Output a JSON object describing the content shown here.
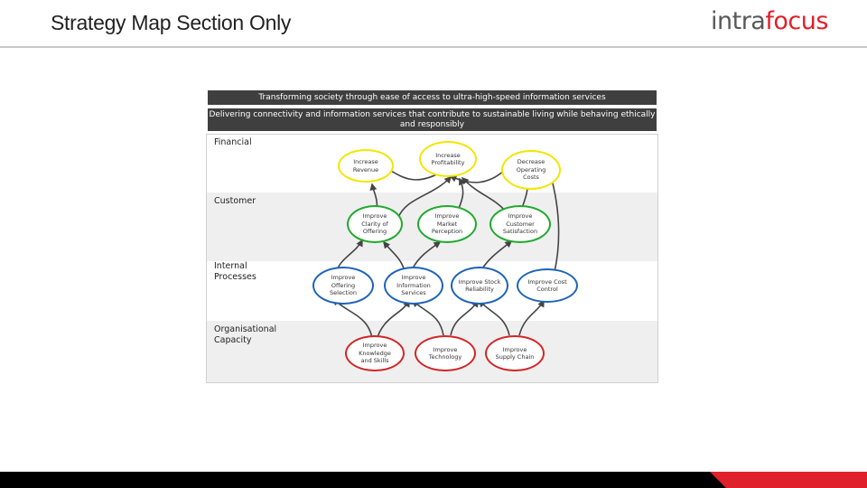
{
  "header": {
    "title": "Strategy Map Section Only",
    "logo_left": "intra",
    "logo_right": "focus"
  },
  "banners": {
    "vision": "Transforming society through ease of access to ultra-high-speed information services",
    "mission": "Delivering connectivity and information services that contribute to sustainable living while behaving ethically and responsibly"
  },
  "perspectives": [
    {
      "label": "Financial"
    },
    {
      "label": "Customer"
    },
    {
      "label": "Internal Processes"
    },
    {
      "label": "Organisational Capacity"
    }
  ],
  "objectives": [
    {
      "label": "Increase Revenue",
      "status": "yellow"
    },
    {
      "label": "Increase Profitability",
      "status": "yellow"
    },
    {
      "label": "Decrease Operating Costs",
      "status": "yellow"
    },
    {
      "label": "Improve Clarity of Offering",
      "status": "green"
    },
    {
      "label": "Improve Market Perception",
      "status": "green"
    },
    {
      "label": "Improve Customer Satisfaction",
      "status": "green"
    },
    {
      "label": "Improve Offering Selection",
      "status": "blue"
    },
    {
      "label": "Improve Information Services",
      "status": "blue"
    },
    {
      "label": "Improve Stock Reliability",
      "status": "blue"
    },
    {
      "label": "Improve Cost Control",
      "status": "blue"
    },
    {
      "label": "Improve Knowledge and Skills",
      "status": "red"
    },
    {
      "label": "Improve Technology",
      "status": "red"
    },
    {
      "label": "Improve Supply Chain",
      "status": "red"
    }
  ],
  "colors": {
    "yellow": "#f2e600",
    "green": "#1faa2e",
    "blue": "#1e63b8",
    "red": "#d42424",
    "banner": "#3f3f3f",
    "brand_red": "#e0202a"
  }
}
